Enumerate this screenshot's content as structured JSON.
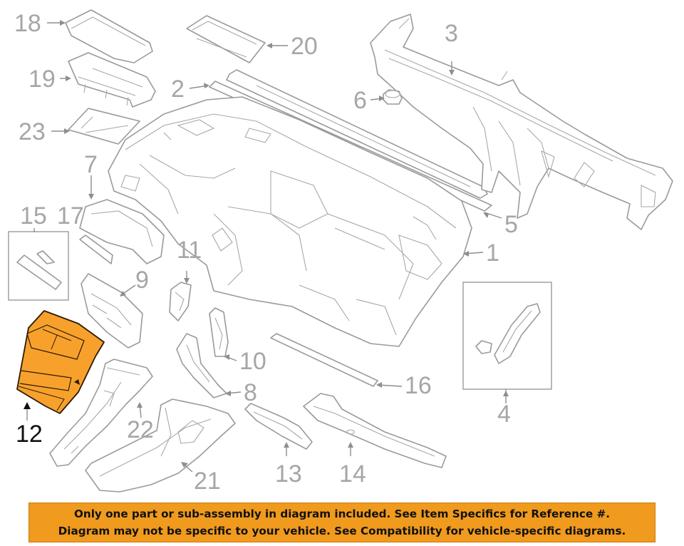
{
  "diagram": {
    "callouts": {
      "c1": "1",
      "c2": "2",
      "c3": "3",
      "c4": "4",
      "c5": "5",
      "c6": "6",
      "c7": "7",
      "c8": "8",
      "c9": "9",
      "c10": "10",
      "c11": "11",
      "c12": "12",
      "c13": "13",
      "c14": "14",
      "c15": "15",
      "c16": "16",
      "c17": "17",
      "c18": "18",
      "c19": "19",
      "c20": "20",
      "c21": "21",
      "c22": "22",
      "c23": "23"
    },
    "highlighted_part": "12",
    "colors": {
      "highlight_fill": "#f7a12c",
      "highlight_stroke": "#2b1a05",
      "label_gray": "#a6a6a6",
      "banner_bg": "#f09a1e"
    }
  },
  "banner": {
    "line1": "Only one part or sub-assembly in diagram included. See Item Specifics for Reference #.",
    "line2": "Diagram may not be specific to your vehicle. See Compatibility for vehicle-specific diagrams."
  }
}
